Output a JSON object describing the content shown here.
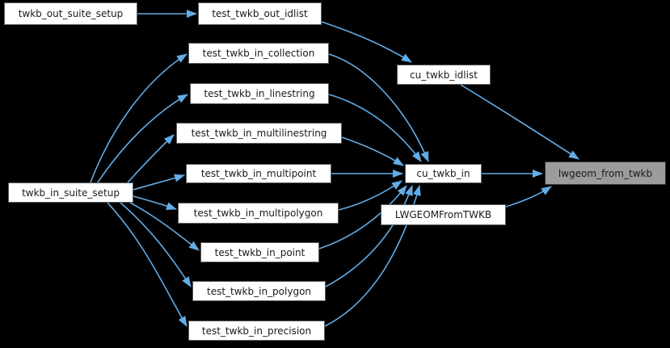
{
  "diagram": {
    "kind": "call-graph",
    "colors": {
      "background": "#000000",
      "edge": "#63ace6",
      "node_fill": "#ffffff",
      "node_border": "#5c5c5c",
      "node_text": "#1a1a1a",
      "highlight_fill": "#9c9c9c",
      "highlight_border": "#333333"
    },
    "nodes": [
      {
        "id": "twkb_out_suite_setup",
        "label": "twkb_out_suite_setup",
        "highlighted": false
      },
      {
        "id": "test_twkb_out_idlist",
        "label": "test_twkb_out_idlist",
        "highlighted": false
      },
      {
        "id": "test_twkb_in_collection",
        "label": "test_twkb_in_collection",
        "highlighted": false
      },
      {
        "id": "cu_twkb_idlist",
        "label": "cu_twkb_idlist",
        "highlighted": false
      },
      {
        "id": "test_twkb_in_linestring",
        "label": "test_twkb_in_linestring",
        "highlighted": false
      },
      {
        "id": "test_twkb_in_multilinestring",
        "label": "test_twkb_in_multilinestring",
        "highlighted": false
      },
      {
        "id": "test_twkb_in_multipoint",
        "label": "test_twkb_in_multipoint",
        "highlighted": false
      },
      {
        "id": "twkb_in_suite_setup",
        "label": "twkb_in_suite_setup",
        "highlighted": false
      },
      {
        "id": "test_twkb_in_multipolygon",
        "label": "test_twkb_in_multipolygon",
        "highlighted": false
      },
      {
        "id": "test_twkb_in_point",
        "label": "test_twkb_in_point",
        "highlighted": false
      },
      {
        "id": "test_twkb_in_polygon",
        "label": "test_twkb_in_polygon",
        "highlighted": false
      },
      {
        "id": "test_twkb_in_precision",
        "label": "test_twkb_in_precision",
        "highlighted": false
      },
      {
        "id": "cu_twkb_in",
        "label": "cu_twkb_in",
        "highlighted": false
      },
      {
        "id": "LWGEOMFromTWKB",
        "label": "LWGEOMFromTWKB",
        "highlighted": false
      },
      {
        "id": "lwgeom_from_twkb",
        "label": "lwgeom_from_twkb",
        "highlighted": true
      }
    ],
    "edges": [
      {
        "from": "twkb_out_suite_setup",
        "to": "test_twkb_out_idlist"
      },
      {
        "from": "test_twkb_out_idlist",
        "to": "cu_twkb_idlist"
      },
      {
        "from": "cu_twkb_idlist",
        "to": "lwgeom_from_twkb"
      },
      {
        "from": "twkb_in_suite_setup",
        "to": "test_twkb_in_collection"
      },
      {
        "from": "twkb_in_suite_setup",
        "to": "test_twkb_in_linestring"
      },
      {
        "from": "twkb_in_suite_setup",
        "to": "test_twkb_in_multilinestring"
      },
      {
        "from": "twkb_in_suite_setup",
        "to": "test_twkb_in_multipoint"
      },
      {
        "from": "twkb_in_suite_setup",
        "to": "test_twkb_in_multipolygon"
      },
      {
        "from": "twkb_in_suite_setup",
        "to": "test_twkb_in_point"
      },
      {
        "from": "twkb_in_suite_setup",
        "to": "test_twkb_in_polygon"
      },
      {
        "from": "twkb_in_suite_setup",
        "to": "test_twkb_in_precision"
      },
      {
        "from": "test_twkb_in_collection",
        "to": "cu_twkb_in"
      },
      {
        "from": "test_twkb_in_linestring",
        "to": "cu_twkb_in"
      },
      {
        "from": "test_twkb_in_multilinestring",
        "to": "cu_twkb_in"
      },
      {
        "from": "test_twkb_in_multipoint",
        "to": "cu_twkb_in"
      },
      {
        "from": "test_twkb_in_multipolygon",
        "to": "cu_twkb_in"
      },
      {
        "from": "test_twkb_in_point",
        "to": "cu_twkb_in"
      },
      {
        "from": "test_twkb_in_polygon",
        "to": "cu_twkb_in"
      },
      {
        "from": "test_twkb_in_precision",
        "to": "cu_twkb_in"
      },
      {
        "from": "cu_twkb_in",
        "to": "lwgeom_from_twkb"
      },
      {
        "from": "LWGEOMFromTWKB",
        "to": "lwgeom_from_twkb"
      }
    ]
  }
}
